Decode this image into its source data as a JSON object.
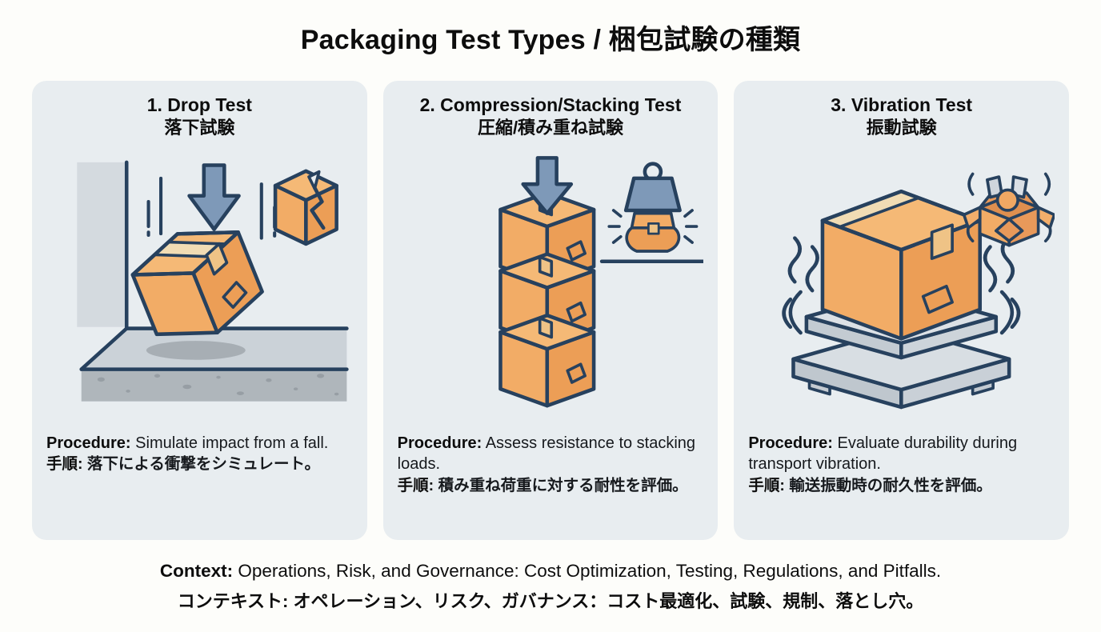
{
  "page": {
    "title": "Packaging Test Types / 梱包試験の種類"
  },
  "panels": [
    {
      "title_en": "1. Drop Test",
      "title_ja": "落下試験",
      "procedure_label": "Procedure:",
      "procedure_en": "Simulate impact from a fall.",
      "procedure_ja_label": "手順:",
      "procedure_ja": "落下による衝撃をシミュレート。",
      "illustration": "falling box in a room corner with impact arrow and broken box"
    },
    {
      "title_en": "2. Compression/Stacking Test",
      "title_ja": "圧縮/積み重ね試験",
      "procedure_label": "Procedure:",
      "procedure_en": "Assess resistance to stacking loads.",
      "procedure_ja_label": "手順:",
      "procedure_ja": "積み重ね荷重に対する耐性を評価。",
      "illustration": "three stacked boxes pressed by arrow, weight crushing a box"
    },
    {
      "title_en": "3. Vibration Test",
      "title_ja": "振動試験",
      "procedure_label": "Procedure:",
      "procedure_en": "Evaluate durability during transport vibration.",
      "procedure_ja_label": "手順:",
      "procedure_ja": "輸送振動時の耐久性を評価。",
      "illustration": "box shaking on a vibration table, open box with rattling contents"
    }
  ],
  "footer": {
    "context_label": "Context:",
    "context_en": "Operations, Risk, and Governance: Cost Optimization, Testing, Regulations, and Pitfalls.",
    "context_ja": "コンテキスト: オペレーション、リスク、ガバナンス：コスト最適化、試験、規制、落とし穴。"
  },
  "colors": {
    "panel_bg": "#E8EDF0",
    "page_bg": "#FDFDFA",
    "outline_navy": "#27415E",
    "box_orange_light": "#F2AC66",
    "box_orange_dark": "#EC9E56",
    "box_orange_top": "#F5B976",
    "tape_cream": "#F1DCB4",
    "arrow_blue": "#7E99B8",
    "wall_gray": "#D4DADF",
    "floor_gray": "#CBD2D8",
    "concrete_gray": "#AFB6BB",
    "platform_gray": "#D8DEE3"
  }
}
